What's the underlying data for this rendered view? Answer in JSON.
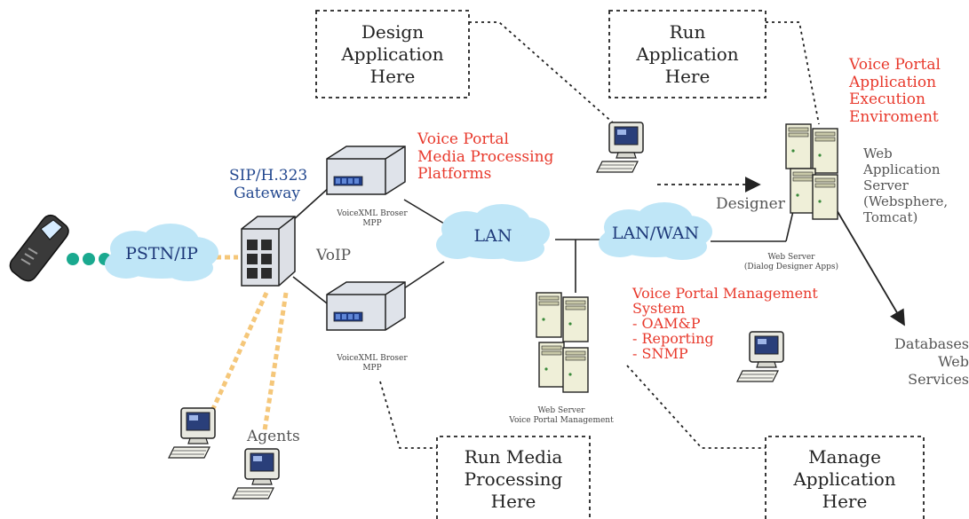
{
  "boxes": {
    "design": "Design\nApplication\nHere",
    "run": "Run\nApplication\nHere",
    "run_media": "Run Media\nProcessing\nHere",
    "manage": "Manage\nApplication\nHere"
  },
  "clouds": {
    "pstn": "PSTN/IP",
    "lan": "LAN",
    "wan": "LAN/WAN"
  },
  "labels": {
    "gateway": "SIP/H.323\nGateway",
    "voip": "VoIP",
    "agents": "Agents",
    "designer": "Designer",
    "mpp_platforms": "Voice Portal\nMedia Processing\nPlatforms",
    "vpms": "Voice Portal Management\nSystem\n- OAM&P\n- Reporting\n- SNMP",
    "exec_env": "Voice Portal\nApplication\nExecution\nEnviroment",
    "web_app_server": "Web\nApplication\nServer\n(Websphere,\nTomcat)",
    "mpp1": "VoiceXML Broser\nMPP",
    "mpp2": "VoiceXML Broser\nMPP",
    "web_server_vpm": "Web Server\nVoice Portal Management",
    "web_server_dd": "Web Server\n(Dialog Designer Apps)",
    "databases": "Databases\nWeb Services"
  },
  "colors": {
    "red": "#e8392c",
    "blue": "#23488f",
    "cloud": "#bfe6f7",
    "dots_teal": "#1aa98f",
    "dashes_orange": "#f5c77a"
  },
  "icons": [
    "phone-icon",
    "gateway-icon",
    "mpp-server-icon",
    "cloud-icon",
    "computer-icon",
    "server-tower-icon"
  ]
}
